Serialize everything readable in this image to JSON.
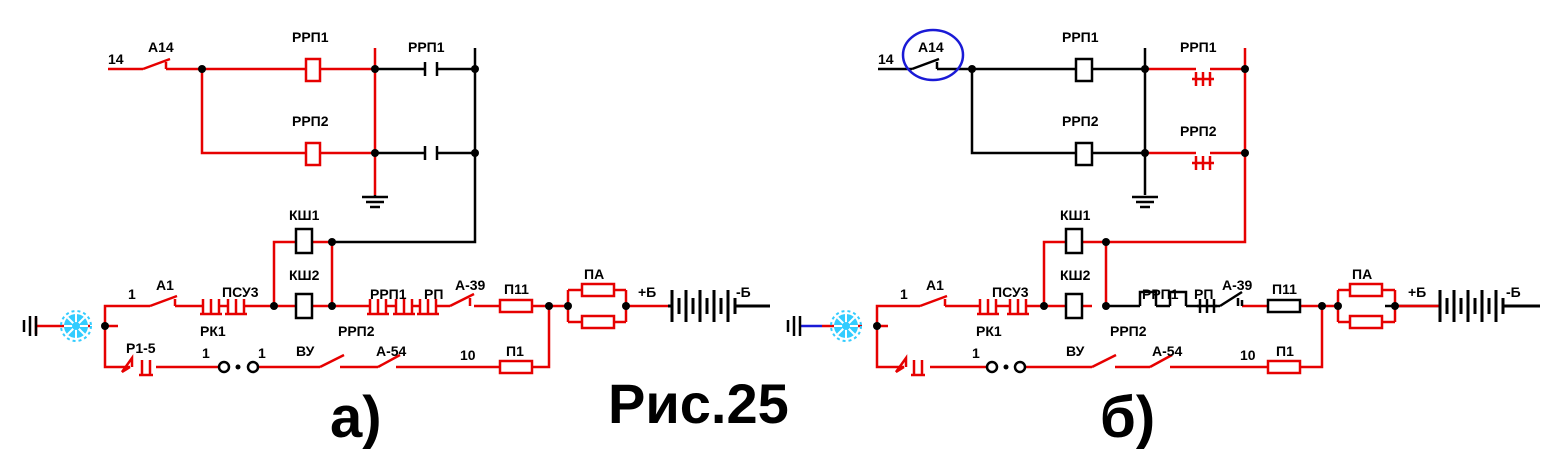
{
  "figure": {
    "caption": "Рис.25",
    "colors": {
      "energized": "#e60000",
      "dead": "#000000",
      "highlight": "#1a1ad6",
      "lamp": "#33ccff"
    }
  },
  "diagram_a": {
    "tag": "а)",
    "labels": {
      "wire_14": "14",
      "a14": "А14",
      "rrp1_coil": "РРП1",
      "rrp1_contact": "РРП1",
      "rrp2_coil": "РРП2",
      "ksh1": "КШ1",
      "ksh2": "КШ2",
      "wire_1": "1",
      "a1": "А1",
      "psu3": "ПСУ3",
      "rk1": "РК1",
      "rrp1_low": "РРП1",
      "rp": "РП",
      "rrp2_low": "РРП2",
      "a39": "А-39",
      "p11": "П11",
      "pa": "ПА",
      "plus_b": "+Б",
      "minus_b": "-Б",
      "r15": "Р1-5",
      "n1_left": "1",
      "n1_right": "1",
      "vu": "ВУ",
      "a54": "А-54",
      "wire_10": "10",
      "p1": "П1"
    }
  },
  "diagram_b": {
    "tag": "б)",
    "labels": {
      "wire_14": "14",
      "a14": "А14",
      "rrp1_coil": "РРП1",
      "rrp1_contact": "РРП1",
      "rrp2_coil": "РРП2",
      "rrp2_contact": "РРП2",
      "ksh1": "КШ1",
      "ksh2": "КШ2",
      "wire_1": "1",
      "a1": "А1",
      "psu3": "ПСУ3",
      "rk1": "РК1",
      "rrp1_low": "РРП1",
      "rp": "РП",
      "rrp2_low": "РРП2",
      "a39": "А-39",
      "p11": "П11",
      "pa": "ПА",
      "plus_b": "+Б",
      "minus_b": "-Б",
      "n1_left": "1",
      "vu": "ВУ",
      "a54": "А-54",
      "wire_10": "10",
      "p1": "П1"
    }
  }
}
